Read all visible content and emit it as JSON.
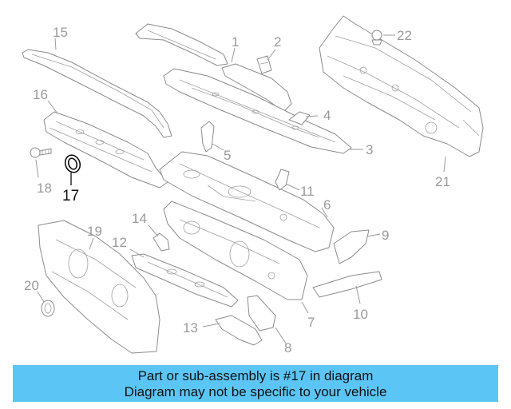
{
  "diagram": {
    "highlighted_part": "17",
    "callouts": [
      {
        "id": "c1",
        "label": "1"
      },
      {
        "id": "c2",
        "label": "2"
      },
      {
        "id": "c3",
        "label": "3"
      },
      {
        "id": "c4",
        "label": "4"
      },
      {
        "id": "c5",
        "label": "5"
      },
      {
        "id": "c6",
        "label": "6"
      },
      {
        "id": "c7",
        "label": "7"
      },
      {
        "id": "c8",
        "label": "8"
      },
      {
        "id": "c9",
        "label": "9"
      },
      {
        "id": "c10",
        "label": "10"
      },
      {
        "id": "c11",
        "label": "11"
      },
      {
        "id": "c12",
        "label": "12"
      },
      {
        "id": "c13",
        "label": "13"
      },
      {
        "id": "c14",
        "label": "14"
      },
      {
        "id": "c15",
        "label": "15"
      },
      {
        "id": "c16",
        "label": "16"
      },
      {
        "id": "c17",
        "label": "17"
      },
      {
        "id": "c18",
        "label": "18"
      },
      {
        "id": "c19",
        "label": "19"
      },
      {
        "id": "c20",
        "label": "20"
      },
      {
        "id": "c21",
        "label": "21"
      },
      {
        "id": "c22",
        "label": "22"
      }
    ]
  },
  "banner": {
    "line1": "Part or sub-assembly is #17 in diagram",
    "line2": "Diagram may not be specific to your vehicle",
    "color": "#5bc6f6"
  }
}
